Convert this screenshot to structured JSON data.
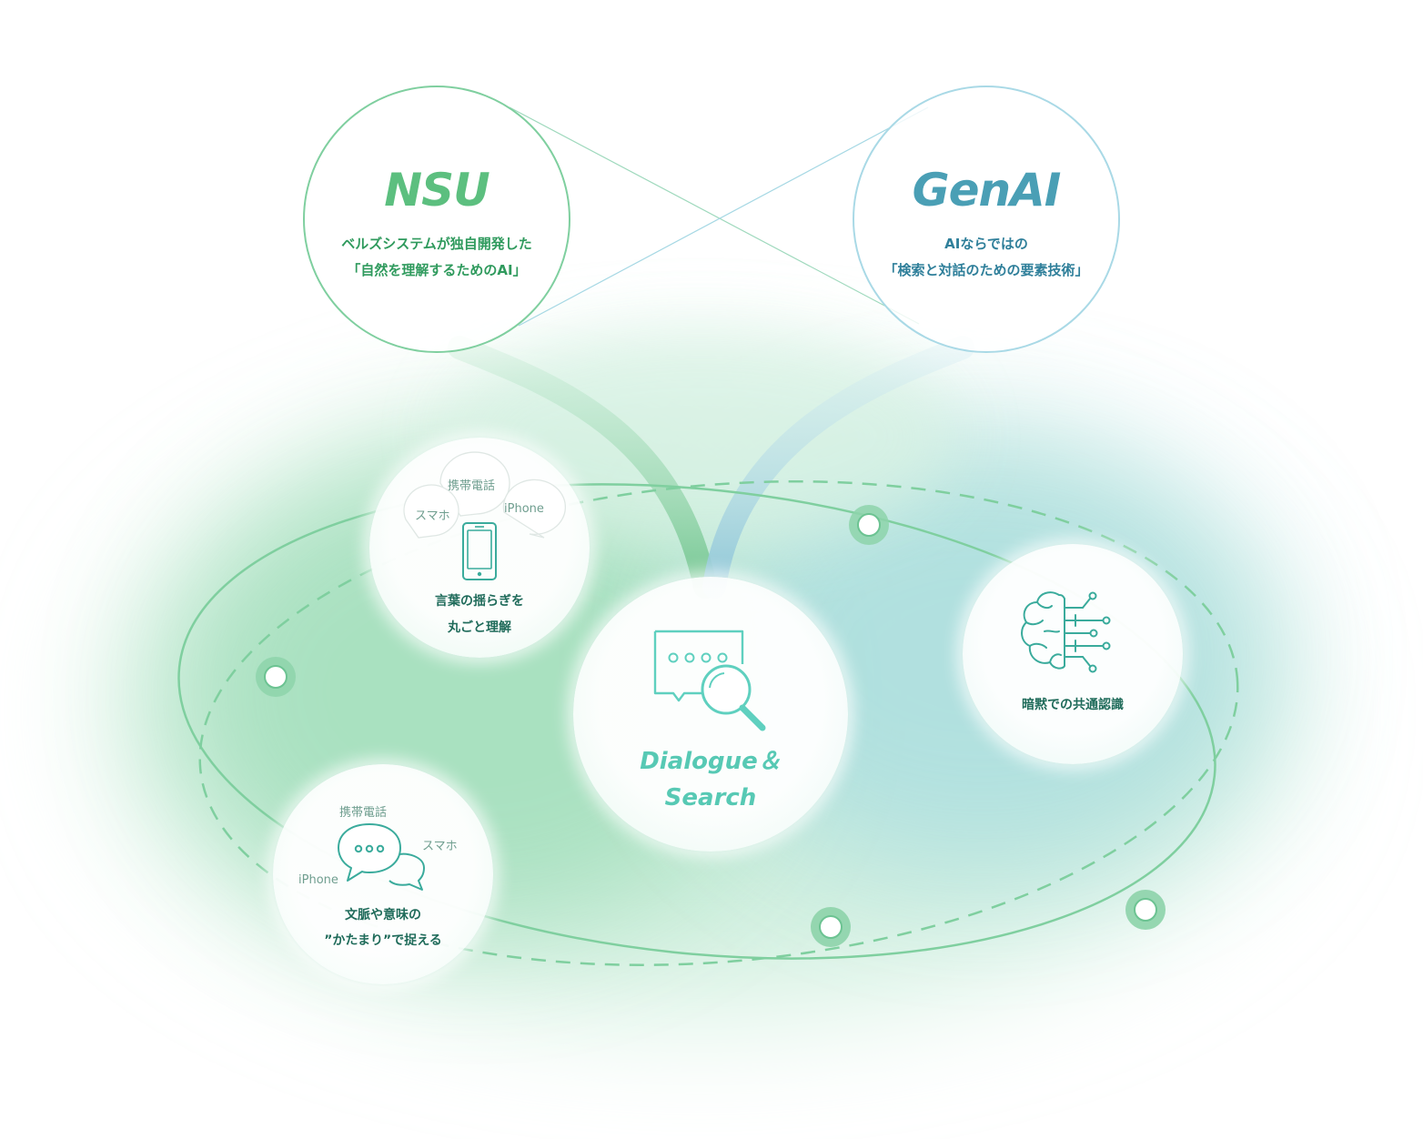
{
  "nsu": {
    "title": "NSU",
    "line1": "ベルズシステムが独自開発した",
    "line2": "「自然を理解するためのAI」"
  },
  "genai": {
    "title": "GenAI",
    "line1": "AIならではの",
    "line2": "「検索と対話のための要素技術」"
  },
  "feature_phone": {
    "bubbles": [
      "携帯電話",
      "スマホ",
      "iPhone"
    ],
    "line1": "言葉の揺らぎを",
    "line2": "丸ごと理解",
    "icon": "smartphone-icon"
  },
  "feature_center": {
    "line1": "Dialogue＆",
    "line2": "Search",
    "icon": "chat-search-icon"
  },
  "feature_brain": {
    "text": "暗黙での共通認識",
    "icon": "brain-circuit-icon"
  },
  "feature_chat": {
    "labels": [
      "携帯電話",
      "スマホ",
      "iPhone"
    ],
    "line1": "文脈や意味の",
    "line2": "”かたまり”で捉える",
    "icon": "chat-bubbles-icon"
  },
  "colors": {
    "green": "#7fcf9f",
    "teal": "#57c9b4",
    "blue": "#a9d9e6"
  }
}
